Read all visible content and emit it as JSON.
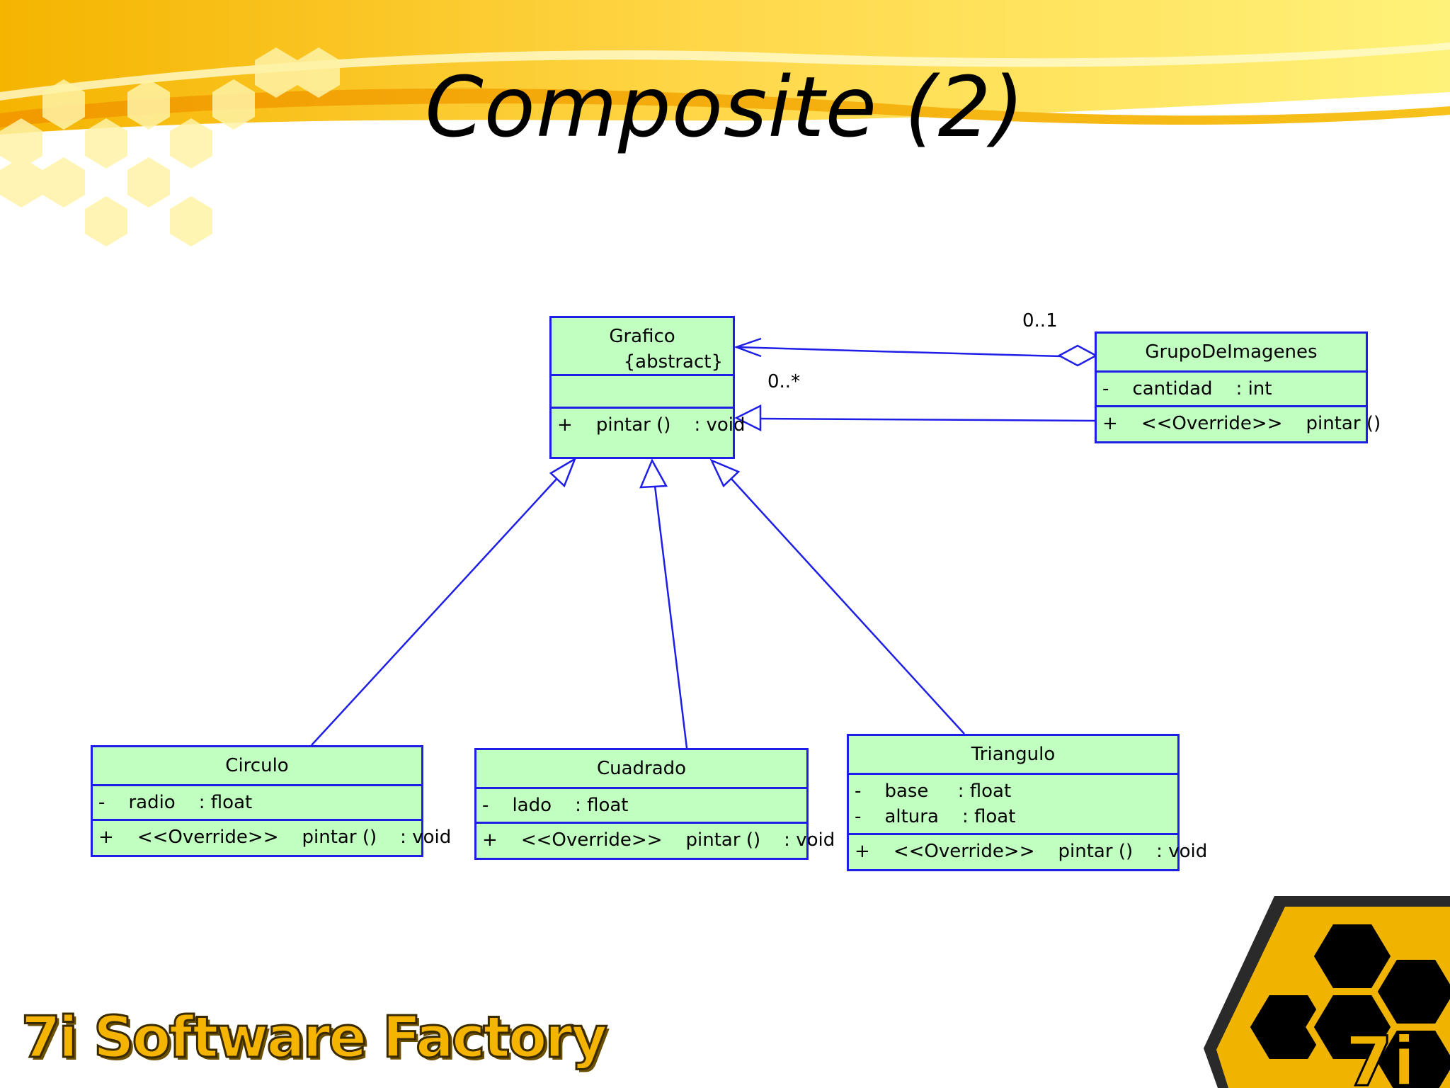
{
  "slide": {
    "title": "Composite (2)",
    "logo_text": "7i Software Factory",
    "emblem_text": "7i"
  },
  "colors": {
    "class_fill": "#c0ffc0",
    "class_border": "#1e1ee6",
    "connector": "#1e1ee6",
    "banner": "#f5c518"
  },
  "diagram": {
    "classes": {
      "grafico": {
        "name": "Grafico",
        "stereotype": "{abstract}",
        "operations": [
          "+    pintar ()    : void"
        ]
      },
      "grupo": {
        "name": "GrupoDeImagenes",
        "attributes": [
          "-    cantidad    : int"
        ],
        "operations": [
          "+    <<Override>>    pintar ()"
        ]
      },
      "circulo": {
        "name": "Circulo",
        "attributes": [
          "-    radio    : float"
        ],
        "operations": [
          "+    <<Override>>    pintar ()    : void"
        ]
      },
      "cuadrado": {
        "name": "Cuadrado",
        "attributes": [
          "-    lado    : float"
        ],
        "operations": [
          "+    <<Override>>    pintar ()    : void"
        ]
      },
      "triangulo": {
        "name": "Triangulo",
        "attributes": [
          "-    base     : float",
          "-    altura    : float"
        ],
        "operations": [
          "+    <<Override>>    pintar ()    : void"
        ]
      }
    },
    "multiplicities": {
      "aggregation_end": "0..1",
      "grafico_end": "0..*"
    }
  }
}
